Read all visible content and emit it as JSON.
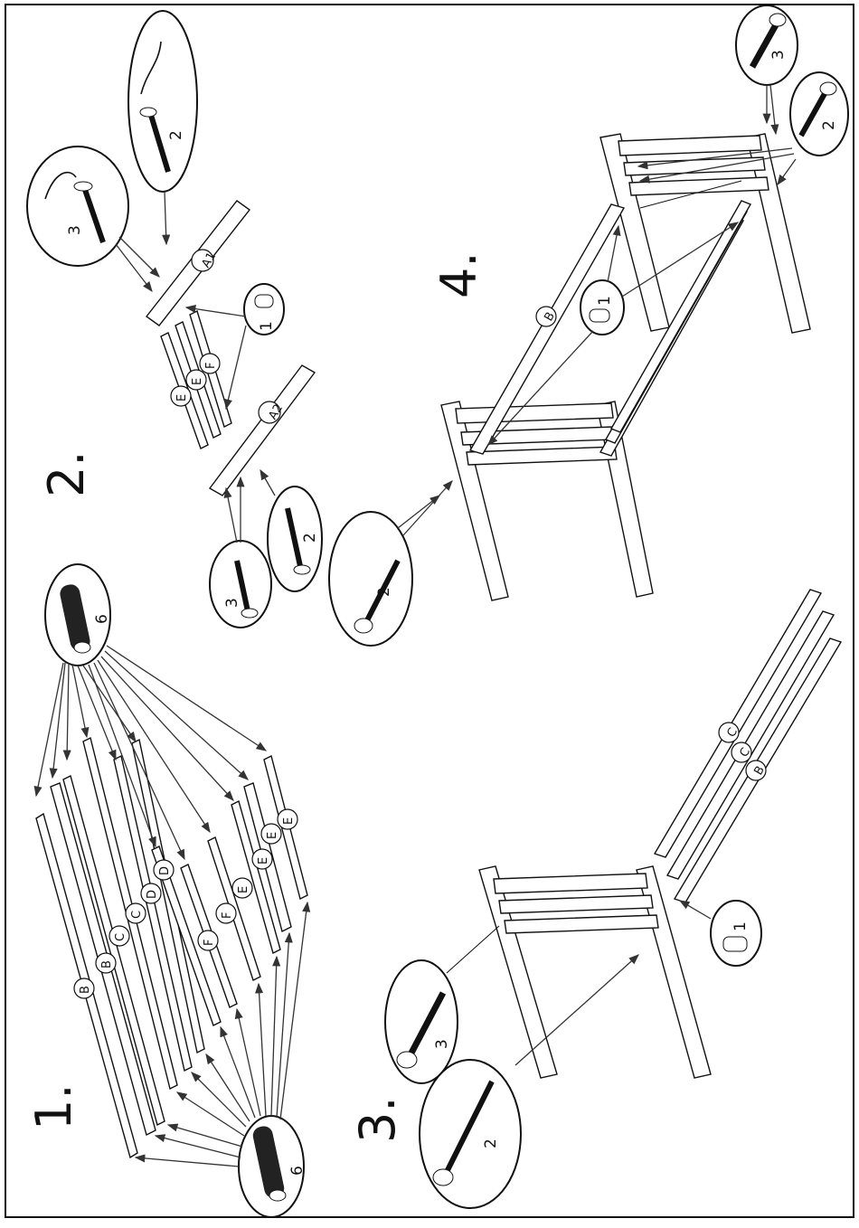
{
  "steps": {
    "s1": "1.",
    "s2": "2.",
    "s3": "3.",
    "s4": "4."
  },
  "labels": {
    "B": "B",
    "C": "C",
    "D": "D",
    "E": "E",
    "F": "F",
    "A1": "A1",
    "A2": "A2",
    "p1": "1",
    "p2": "2",
    "p3": "3",
    "p6": "6"
  }
}
